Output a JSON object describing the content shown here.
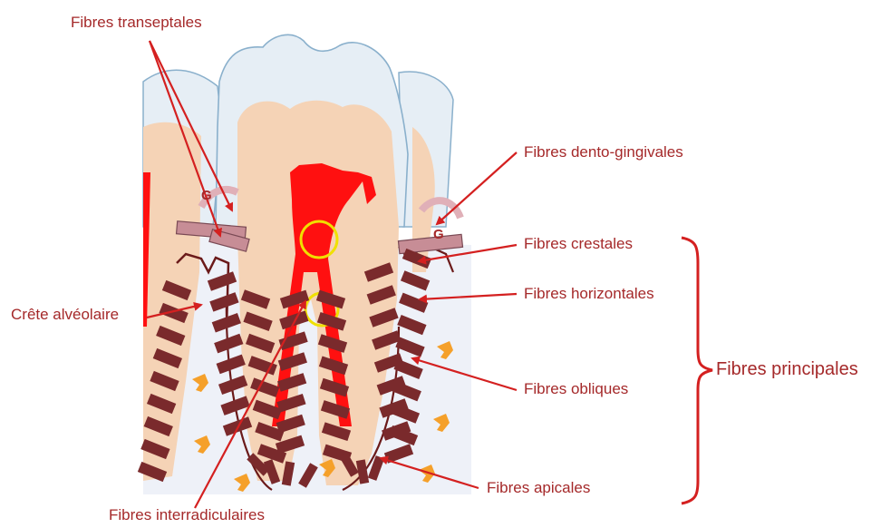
{
  "labels": {
    "transseptal": "Fibres transeptales",
    "dento_gingival": "Fibres dento-gingivales",
    "crestal": "Fibres crestales",
    "horizontal": "Fibres horizontales",
    "alveolar_crest": "Crête alvéolaire",
    "oblique": "Fibres  obliques",
    "principal": "Fibres principales",
    "apical": "Fibres  apicales",
    "interradicular": "Fibres  interradiculaires",
    "gingiva_left": "G",
    "gingiva_right": "G"
  },
  "colors": {
    "label_text": "#a5292a",
    "arrow": "#d42020",
    "enamel": "#e6eef5",
    "dentin": "#f5d3b6",
    "pulp": "#ff1010",
    "fiber": "#7a2a2c",
    "bone_outline": "#6b1a1a",
    "bone_fill": "#eef1f8",
    "gingiva": "#c78d96",
    "bone_fragment": "#f5a02a",
    "marker_ring": "#f0e000"
  }
}
